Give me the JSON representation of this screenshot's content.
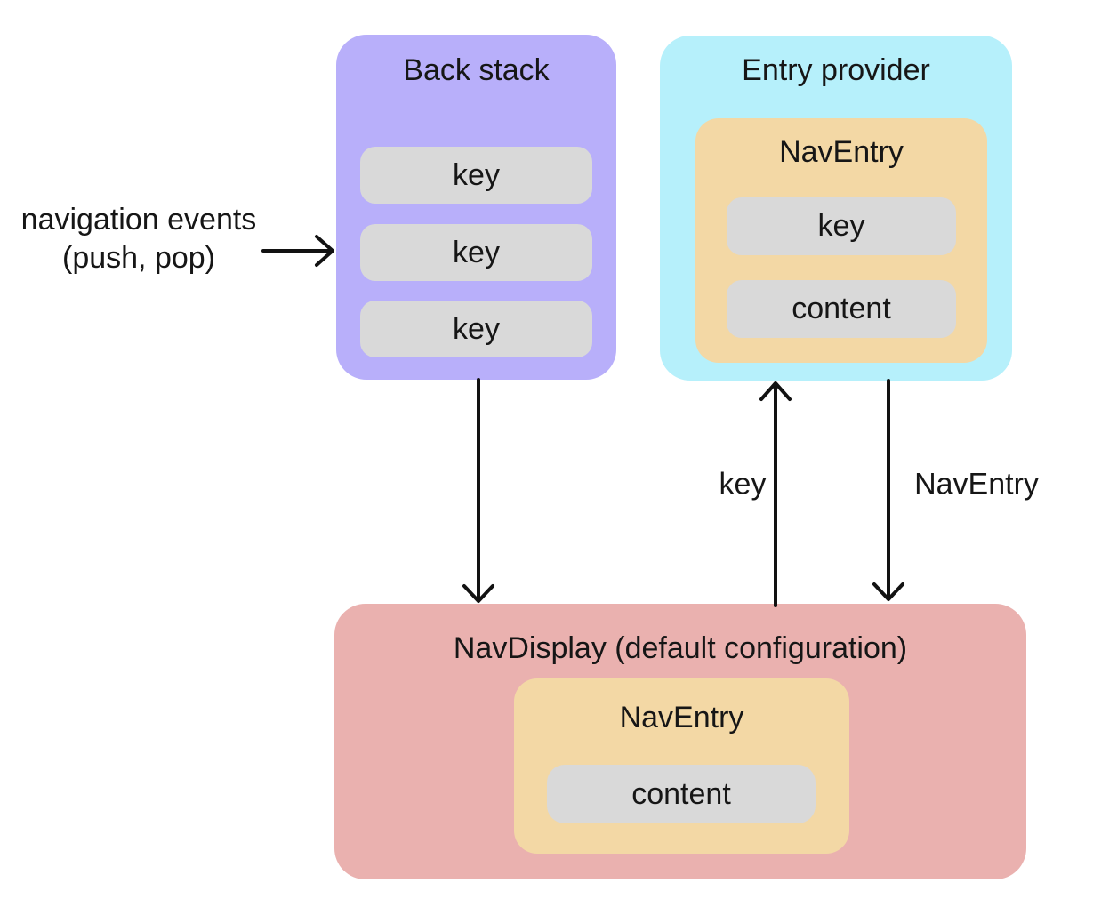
{
  "colors": {
    "purple": "#b8affa",
    "cyan": "#b6f0fb",
    "orange": "#f3d8a5",
    "pink": "#eab1af",
    "gray": "#d9d9d9",
    "text": "#161616",
    "arrow": "#121212"
  },
  "annotation": {
    "line1": "navigation events",
    "line2": "(push, pop)"
  },
  "back_stack": {
    "title": "Back stack",
    "keys": [
      "key",
      "key",
      "key"
    ]
  },
  "entry_provider": {
    "title": "Entry provider",
    "nav_entry": {
      "title": "NavEntry",
      "key_label": "key",
      "content_label": "content"
    }
  },
  "nav_display": {
    "title": "NavDisplay (default configuration)",
    "nav_entry": {
      "title": "NavEntry",
      "content_label": "content"
    }
  },
  "edges": {
    "key_label": "key",
    "nav_entry_label": "NavEntry"
  }
}
